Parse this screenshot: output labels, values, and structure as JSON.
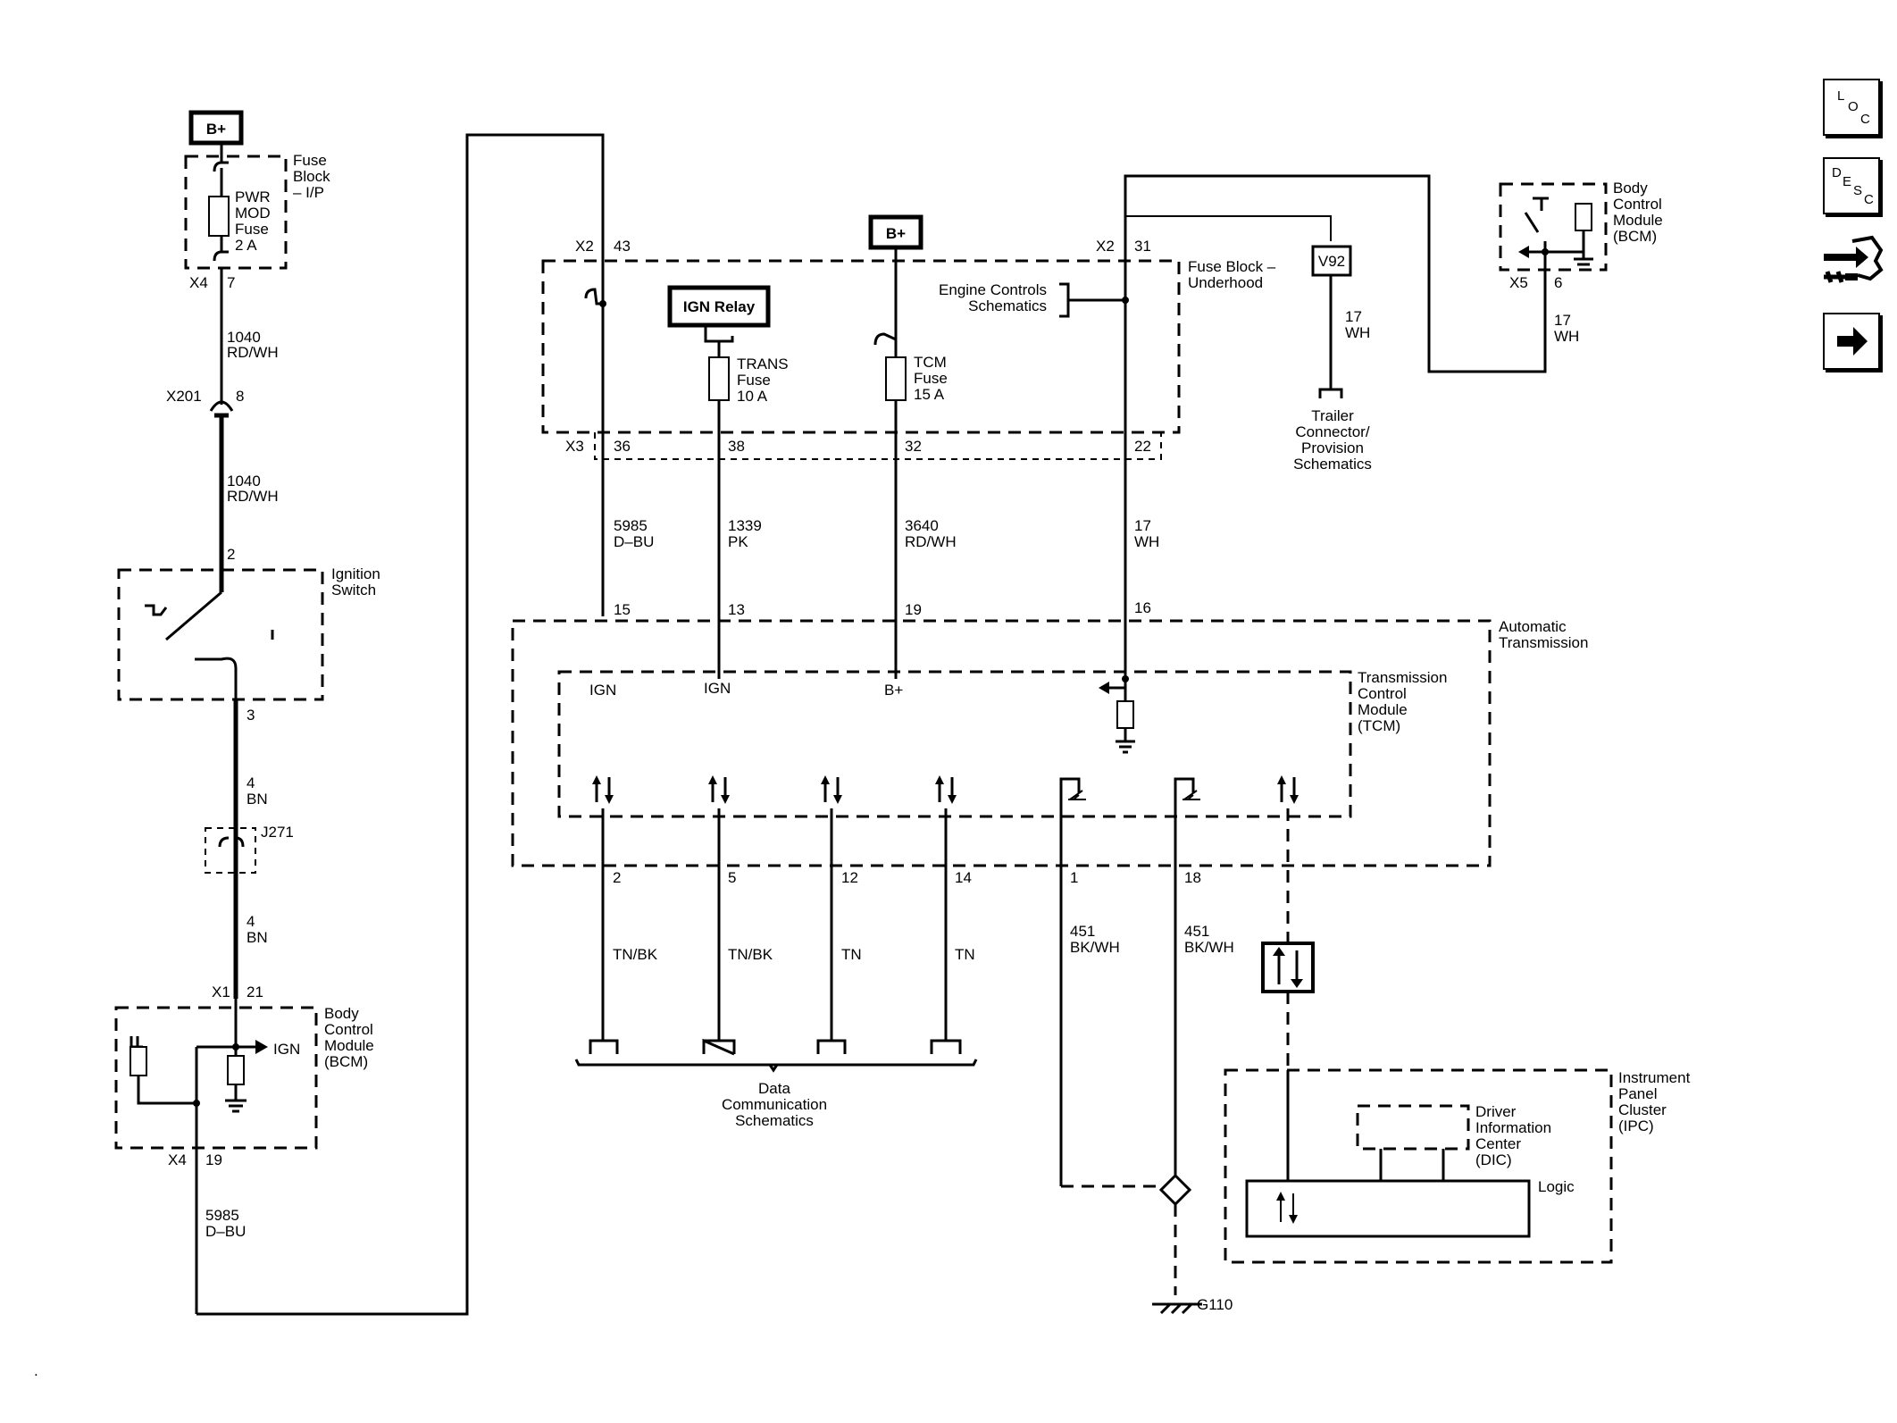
{
  "sources": {
    "bplus_left": "B+",
    "bplus_mid": "B+",
    "ign_relay": "IGN Relay"
  },
  "fuse_block_ip": {
    "name": "Fuse Block – I/P",
    "name_l1": "Fuse",
    "name_l2": "Block",
    "name_l3": "– I/P",
    "fuse_l1": "PWR",
    "fuse_l2": "MOD",
    "fuse_l3": "Fuse",
    "fuse_l4": "2 A",
    "conn": "X4",
    "pin": "7"
  },
  "wires": {
    "w1040_a_num": "1040",
    "w1040_a_col": "RD/WH",
    "x201": "X201",
    "x201_pin": "8",
    "w1040_b_num": "1040",
    "w1040_b_col": "RD/WH",
    "ign_sw_pin_in": "2",
    "ign_sw_pin_out": "3",
    "w4_a_num": "4",
    "w4_a_col": "BN",
    "j271": "J271",
    "w4_b_num": "4",
    "w4_b_col": "BN",
    "bcm_x1": "X1",
    "bcm_x1_pin": "21",
    "bcm_x4": "X4",
    "bcm_x4_pin": "19",
    "w5985_left_num": "5985",
    "w5985_left_col": "D–BU",
    "w5985_num": "5985",
    "w5985_col": "D–BU",
    "w1339_num": "1339",
    "w1339_col": "PK",
    "w3640_num": "3640",
    "w3640_col": "RD/WH",
    "w17_num": "17",
    "w17_col": "WH",
    "w17_v92_num": "17",
    "w17_v92_col": "WH",
    "w17_bcm_num": "17",
    "w17_bcm_col": "WH",
    "w451_a_num": "451",
    "w451_a_col": "BK/WH",
    "w451_b_num": "451",
    "w451_b_col": "BK/WH",
    "tn_bk_1": "TN/BK",
    "tn_bk_2": "TN/BK",
    "tn_1": "TN",
    "tn_2": "TN"
  },
  "ignition_switch": {
    "name_l1": "Ignition",
    "name_l2": "Switch"
  },
  "bcm_left": {
    "name_l1": "Body",
    "name_l2": "Control",
    "name_l3": "Module",
    "name_l4": "(BCM)",
    "ign": "IGN"
  },
  "fuse_block_uh": {
    "name_l1": "Fuse Block –",
    "name_l2": "Underhood",
    "x2_left": "X2",
    "pin43": "43",
    "x2_right": "X2",
    "pin31": "31",
    "x3": "X3",
    "pin36": "36",
    "pin38": "38",
    "pin32": "32",
    "pin22": "22",
    "trans_l1": "TRANS",
    "trans_l2": "Fuse",
    "trans_l3": "10 A",
    "tcm_l1": "TCM",
    "tcm_l2": "Fuse",
    "tcm_l3": "15 A",
    "ecs_l1": "Engine Controls",
    "ecs_l2": "Schematics"
  },
  "v92": {
    "label": "V92",
    "trailer_l1": "Trailer",
    "trailer_l2": "Connector/",
    "trailer_l3": "Provision",
    "trailer_l4": "Schematics"
  },
  "bcm_right": {
    "name_l1": "Body",
    "name_l2": "Control",
    "name_l3": "Module",
    "name_l4": "(BCM)",
    "x5": "X5",
    "pin6": "6"
  },
  "auto_trans": {
    "name_l1": "Automatic",
    "name_l2": "Transmission"
  },
  "tcm": {
    "name_l1": "Transmission",
    "name_l2": "Control",
    "name_l3": "Module",
    "name_l4": "(TCM)",
    "pin15": "15",
    "pin13": "13",
    "pin19": "19",
    "pin16": "16",
    "ign1": "IGN",
    "ign2": "IGN",
    "bplus": "B+",
    "pin2": "2",
    "pin5": "5",
    "pin12": "12",
    "pin14": "14",
    "pin1": "1",
    "pin18": "18"
  },
  "data_comm": {
    "l1": "Data",
    "l2": "Communication",
    "l3": "Schematics"
  },
  "ground": {
    "label": "G110"
  },
  "ipc": {
    "name_l1": "Instrument",
    "name_l2": "Panel",
    "name_l3": "Cluster",
    "name_l4": "(IPC)",
    "dic_l1": "Driver",
    "dic_l2": "Information",
    "dic_l3": "Center",
    "dic_l4": "(DIC)",
    "logic": "Logic"
  },
  "nav": {
    "loc_l": "L",
    "loc_o": "O",
    "loc_c": "C",
    "desc_d": "D",
    "desc_e": "E",
    "desc_s": "S",
    "desc_c": "C"
  }
}
